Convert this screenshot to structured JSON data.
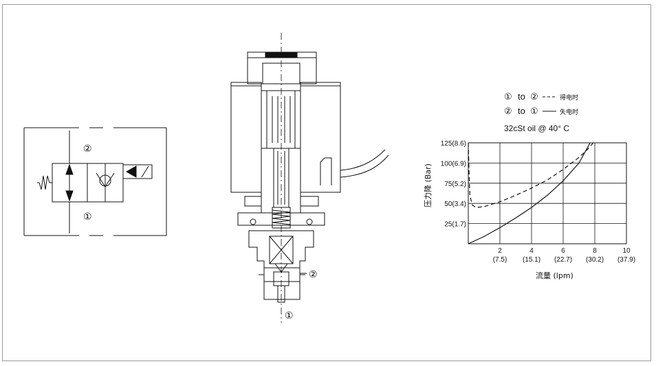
{
  "symbol": {
    "port_top": "②",
    "port_bottom": "①"
  },
  "section": {
    "port_side": "②",
    "port_bottom": "①"
  },
  "legend": {
    "row1_a": "①",
    "row1_to": "to",
    "row1_b": "②",
    "row1_text": "得电时",
    "row2_a": "②",
    "row2_to": "to",
    "row2_b": "①",
    "row2_text": "失电时",
    "oil": "32cSt oil @ 40°  C"
  },
  "chart_data": {
    "type": "line",
    "ylabel": "压力降 (Bar)",
    "xlabel": "流量 (lpm)",
    "y_ticks": [
      "125(8.6)",
      "100(6.9)",
      "75(5.2)",
      "50(3.4)",
      "25(1.7)"
    ],
    "y_tick_values": [
      125,
      100,
      75,
      50,
      25
    ],
    "x_ticks": [
      {
        "value": 2,
        "label": "2",
        "sub": "(7.5)"
      },
      {
        "value": 4,
        "label": "4",
        "sub": "(15.1)"
      },
      {
        "value": 6,
        "label": "6",
        "sub": "(22.7)"
      },
      {
        "value": 8,
        "label": "8",
        "sub": "(30.2)"
      },
      {
        "value": 10,
        "label": "10",
        "sub": "(37.9)"
      }
    ],
    "xlim": [
      0,
      10
    ],
    "ylim": [
      0,
      125
    ],
    "grid": true,
    "series": [
      {
        "style": "solid",
        "x": [
          0,
          1,
          2,
          3,
          4,
          5,
          6,
          7,
          7.7
        ],
        "y": [
          0,
          9,
          20,
          32,
          45,
          60,
          78,
          100,
          125
        ]
      },
      {
        "style": "dashed",
        "x": [
          0,
          0.05,
          0.1,
          0.25,
          0.5,
          1,
          2,
          3,
          4,
          5,
          6,
          7,
          7.5,
          7.9
        ],
        "y": [
          125,
          90,
          60,
          48,
          45,
          46,
          52,
          60,
          69,
          79,
          92,
          107,
          116,
          125
        ]
      }
    ]
  }
}
